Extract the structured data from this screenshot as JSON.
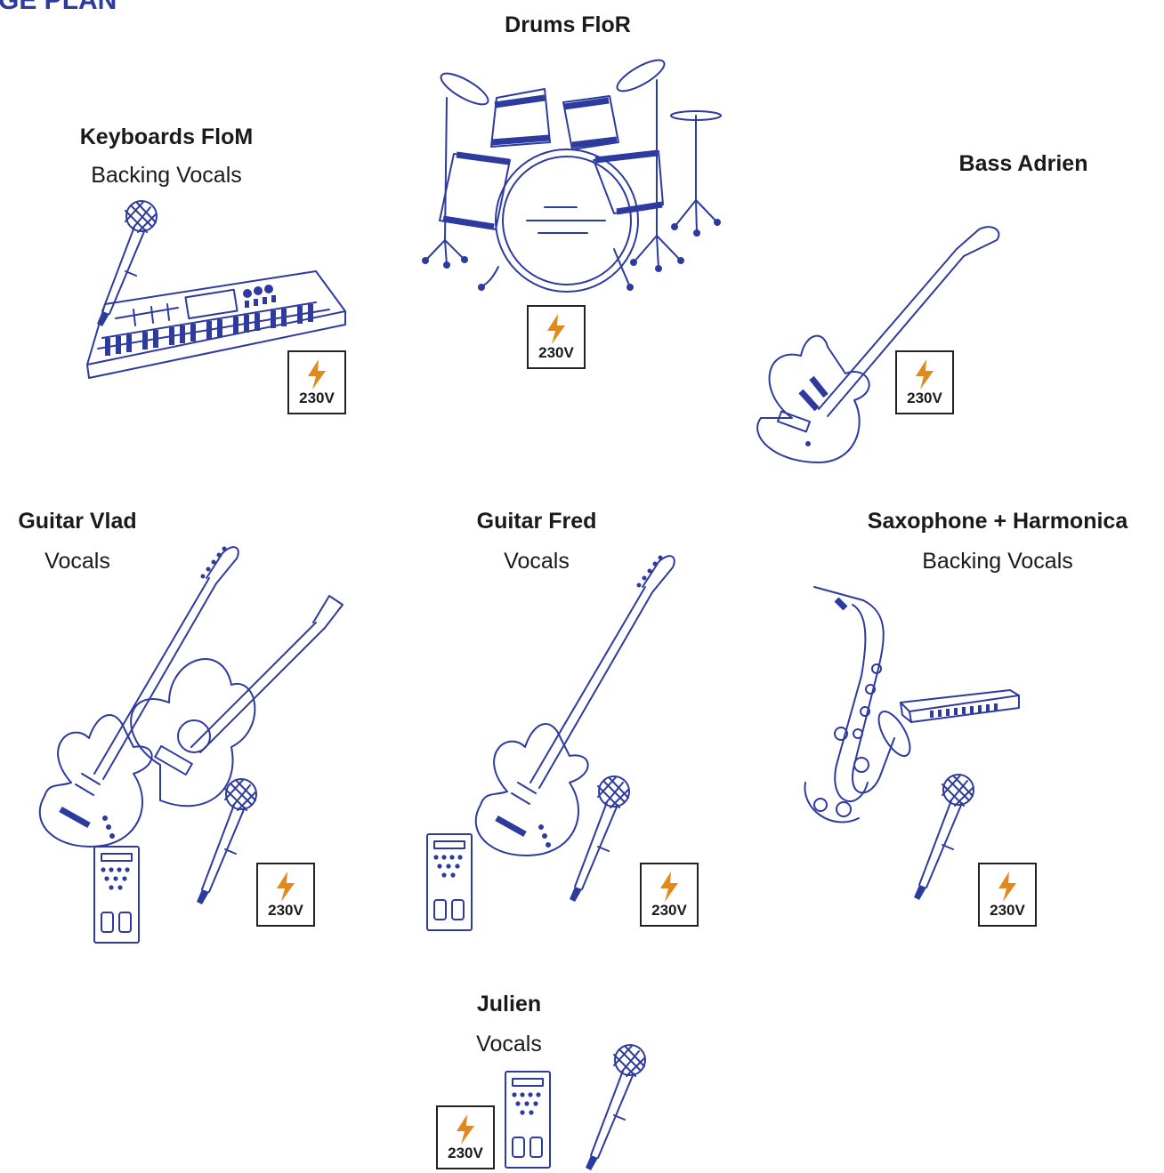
{
  "header": {
    "title_fragment": "GE PLAN"
  },
  "colors": {
    "ink": "#2e3b9e",
    "bolt": "#e08a1e",
    "text": "#1a1a1a"
  },
  "power_label": "230V",
  "positions": {
    "drums": {
      "title": "Drums FloR"
    },
    "keys": {
      "title": "Keyboards FloM",
      "role": "Backing Vocals"
    },
    "bass": {
      "title": "Bass Adrien"
    },
    "vlad": {
      "title": "Guitar Vlad",
      "role": "Vocals"
    },
    "fred": {
      "title": "Guitar Fred",
      "role": "Vocals"
    },
    "sax": {
      "title": "Saxophone + Harmonica",
      "role": "Backing Vocals"
    },
    "julien": {
      "title": "Julien",
      "role": "Vocals"
    }
  },
  "icons": [
    "drum-kit-icon",
    "keyboard-icon",
    "microphone-icon",
    "bass-guitar-icon",
    "electric-guitar-icon",
    "acoustic-guitar-icon",
    "pedal-icon",
    "saxophone-icon",
    "harmonica-icon",
    "power-outlet-icon"
  ]
}
